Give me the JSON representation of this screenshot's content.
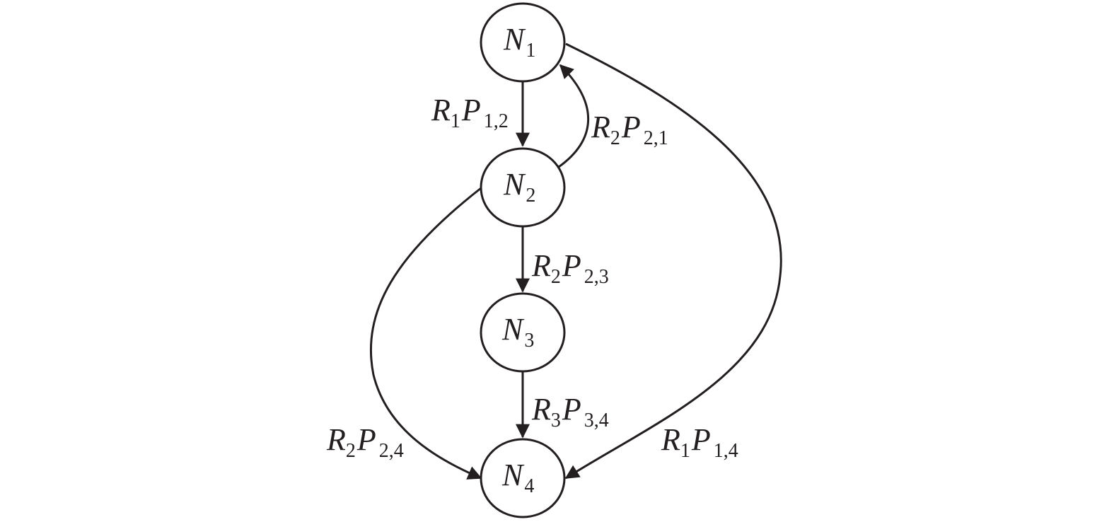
{
  "nodes": [
    {
      "id": "n1",
      "letter": "N",
      "sub": "1"
    },
    {
      "id": "n2",
      "letter": "N",
      "sub": "2"
    },
    {
      "id": "n3",
      "letter": "N",
      "sub": "3"
    },
    {
      "id": "n4",
      "letter": "N",
      "sub": "4"
    }
  ],
  "edges": [
    {
      "id": "e12",
      "from": "N1",
      "to": "N2",
      "r": "R",
      "rsub": "1",
      "p": "P",
      "psub": "1,2"
    },
    {
      "id": "e21",
      "from": "N2",
      "to": "N1",
      "r": "R",
      "rsub": "2",
      "p": "P",
      "psub": "2,1"
    },
    {
      "id": "e23",
      "from": "N2",
      "to": "N3",
      "r": "R",
      "rsub": "2",
      "p": "P",
      "psub": "2,3"
    },
    {
      "id": "e34",
      "from": "N3",
      "to": "N4",
      "r": "R",
      "rsub": "3",
      "p": "P",
      "psub": "3,4"
    },
    {
      "id": "e24",
      "from": "N2",
      "to": "N4",
      "r": "R",
      "rsub": "2",
      "p": "P",
      "psub": "2,4"
    },
    {
      "id": "e14",
      "from": "N1",
      "to": "N4",
      "r": "R",
      "rsub": "1",
      "p": "P",
      "psub": "1,4"
    }
  ],
  "colors": {
    "stroke": "#231f20",
    "background": "#ffffff"
  }
}
